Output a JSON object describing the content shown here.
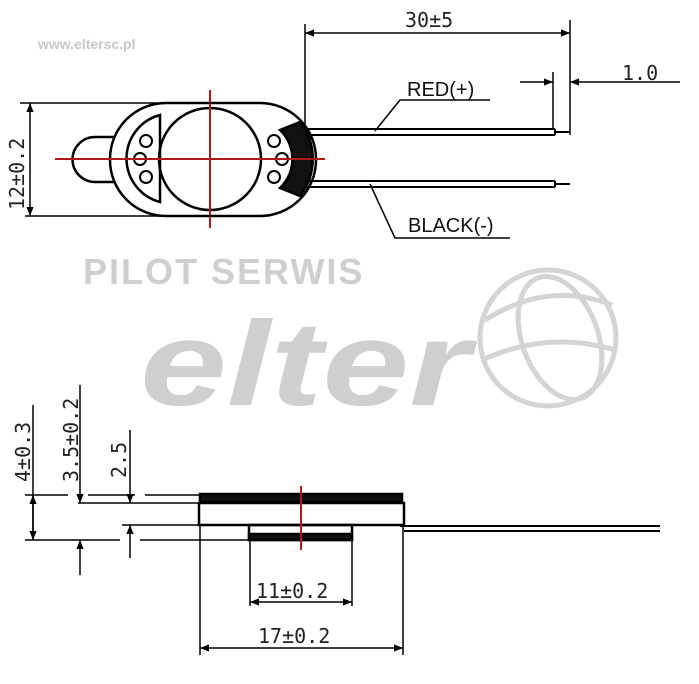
{
  "watermark": {
    "url": "www.eltersc.pl",
    "company": "PILOT SERWIS",
    "brand": "elter"
  },
  "top_view": {
    "length_dim": "30±5",
    "lead_dim": "1.0",
    "height_dim": "12±0.2",
    "red_label": "RED(+)",
    "black_label": "BLACK(-)"
  },
  "side_view": {
    "total_height_dim": "4±0.3",
    "body_height_dim": "3.5±0.2",
    "inner_height_dim": "2.5",
    "inner_width_dim": "11±0.2",
    "outer_width_dim": "17±0.2"
  },
  "colors": {
    "centerline": "#b01818",
    "line": "#000000",
    "watermark": "#cfcfcf"
  }
}
